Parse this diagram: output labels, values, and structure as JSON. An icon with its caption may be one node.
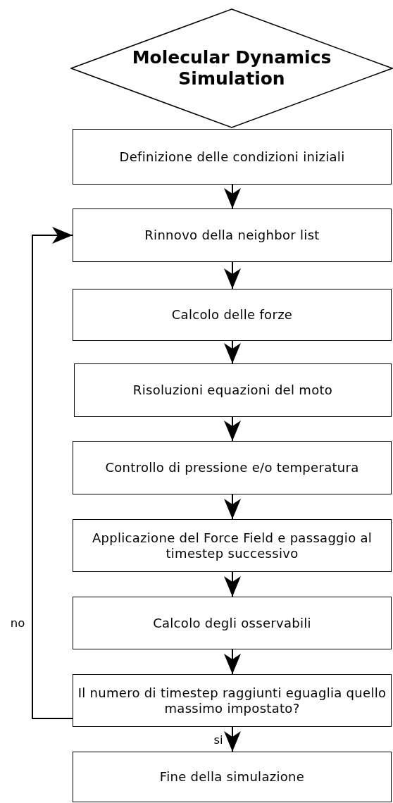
{
  "diagram": {
    "nodes": [
      {
        "text": [
          "Molecular Dynamics Simulation"
        ]
      },
      {
        "text": [
          "Definizione delle condizioni iniziali"
        ]
      },
      {
        "text": [
          "Rinnovo della neighbor list"
        ]
      },
      {
        "text": [
          "Calcolo delle forze"
        ]
      },
      {
        "text": [
          "Risoluzioni equazioni del moto"
        ]
      },
      {
        "text": [
          "Controllo di pressione e/o temperatura"
        ]
      },
      {
        "text": [
          "Applicazione del Force Field e passaggio al timestep successivo"
        ]
      },
      {
        "text": [
          "Calcolo degli osservabili"
        ]
      },
      {
        "text": [
          "Il numero di timestep raggiunti eguaglia quello massimo impostato?"
        ]
      },
      {
        "text": [
          "Fine della simulazione"
        ]
      }
    ],
    "edges": [
      {
        "from": 1,
        "to": 2,
        "arrow": "to"
      },
      {
        "from": 2,
        "to": 3,
        "arrow": "to"
      },
      {
        "from": 3,
        "to": 4,
        "arrow": "to"
      },
      {
        "from": 4,
        "to": 5,
        "arrow": "to"
      },
      {
        "from": 5,
        "to": 6,
        "arrow": "to"
      },
      {
        "from": 6,
        "to": 7,
        "arrow": "to"
      },
      {
        "from": 7,
        "to": 8,
        "arrow": "to"
      },
      {
        "from": 8,
        "to": 9,
        "arrow": "to",
        "label": "si"
      },
      {
        "from": 8,
        "to": 2,
        "arrow": "to",
        "label": "no"
      }
    ]
  }
}
